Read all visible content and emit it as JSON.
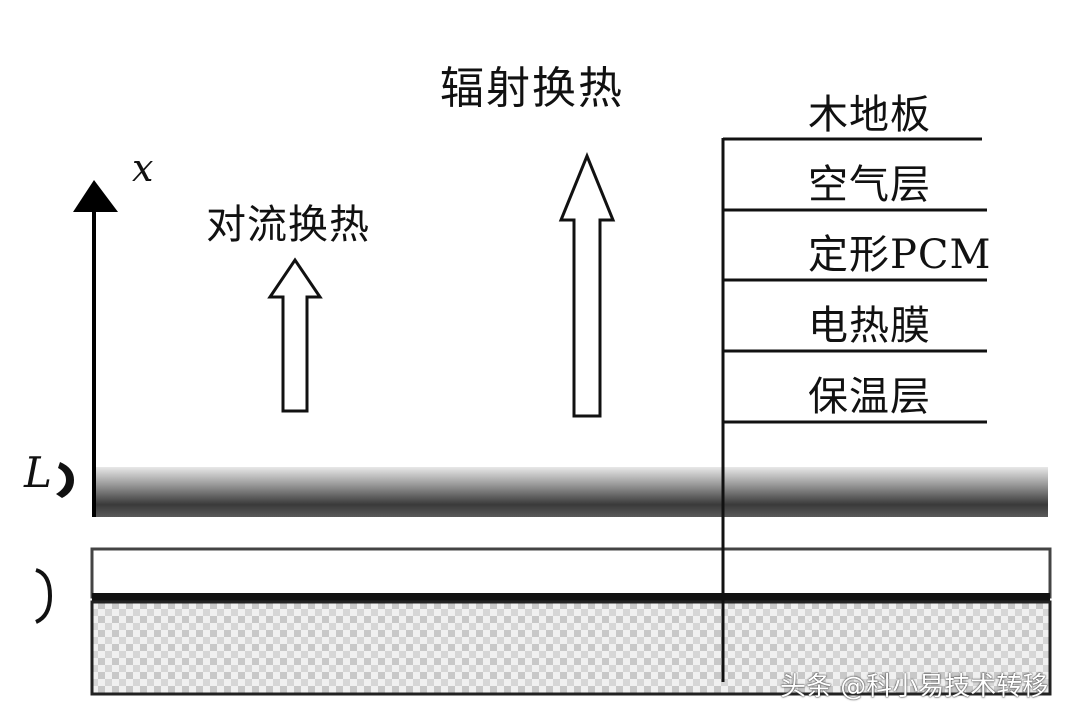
{
  "diagram": {
    "radiation_label": "辐射换热",
    "convection_label": "对流换热",
    "axis_label": "x",
    "height_label": "L",
    "layers": [
      "木地板",
      "空气层",
      "定形PCM",
      "电热膜",
      "保温层"
    ]
  },
  "watermark": "头条 @科小易技术转移"
}
